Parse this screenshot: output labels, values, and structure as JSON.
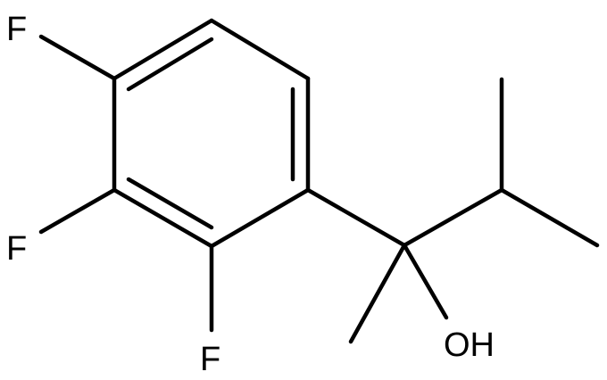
{
  "structure": {
    "atoms": {
      "f_top": "F",
      "f_middle": "F",
      "f_bottom": "F",
      "hydroxyl": "OH"
    },
    "colors": {
      "bond": "#000000",
      "label": "#000000",
      "background": "#ffffff"
    }
  }
}
